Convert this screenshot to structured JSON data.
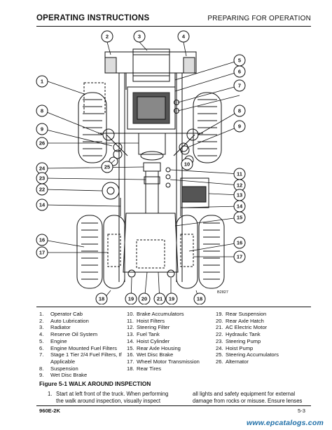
{
  "header": {
    "left": "OPERATING INSTRUCTIONS",
    "right": "PREPARING FOR OPERATION"
  },
  "diagram": {
    "reference_code": "B2827",
    "callouts": [
      "1",
      "2",
      "3",
      "4",
      "5",
      "6",
      "7",
      "8",
      "9",
      "10",
      "11",
      "12",
      "13",
      "14",
      "15",
      "16",
      "17",
      "18",
      "19",
      "20",
      "21",
      "22",
      "23",
      "24",
      "25",
      "26"
    ]
  },
  "legend": {
    "col1": [
      {
        "num": "1.",
        "text": "Operator Cab"
      },
      {
        "num": "2.",
        "text": "Auto Lubrication"
      },
      {
        "num": "3.",
        "text": "Radiator"
      },
      {
        "num": "4.",
        "text": "Reserve Oil System"
      },
      {
        "num": "5.",
        "text": "Engine"
      },
      {
        "num": "6.",
        "text": "Engine Mounted Fuel Filters"
      },
      {
        "num": "7.",
        "text": "Stage 1 Tier 2/4 Fuel Filters, If",
        "cont": "Applicable"
      },
      {
        "num": "8.",
        "text": "Suspension"
      },
      {
        "num": "9.",
        "text": "Wet Disc Brake"
      }
    ],
    "col2": [
      {
        "num": "10.",
        "text": "Brake Accumulators"
      },
      {
        "num": "11.",
        "text": "Hoist Filters"
      },
      {
        "num": "12.",
        "text": "Steering Filter"
      },
      {
        "num": "13.",
        "text": "Fuel Tank"
      },
      {
        "num": "14.",
        "text": "Hoist Cylinder"
      },
      {
        "num": "15.",
        "text": "Rear Axle Housing"
      },
      {
        "num": "16.",
        "text": "Wet Disc Brake"
      },
      {
        "num": "17.",
        "text": "Wheel Motor Transmission"
      },
      {
        "num": "18.",
        "text": "Rear Tires"
      }
    ],
    "col3": [
      {
        "num": "19.",
        "text": "Rear Suspension"
      },
      {
        "num": "20.",
        "text": "Rear Axle Hatch"
      },
      {
        "num": "21.",
        "text": "AC Electric Motor"
      },
      {
        "num": "22.",
        "text": "Hydraulic Tank"
      },
      {
        "num": "23.",
        "text": "Steering Pump"
      },
      {
        "num": "24.",
        "text": "Hoist Pump"
      },
      {
        "num": "25.",
        "text": "Steering Accumulators"
      },
      {
        "num": "26.",
        "text": "Alternator"
      }
    ]
  },
  "figure_caption": "Figure 5-1 WALK AROUND INSPECTION",
  "step": {
    "num": "1.",
    "line1": "Start at left front of the truck. When performing",
    "line2": "the walk around inspection, visually inspect"
  },
  "step_continued": {
    "line1": "all lights and safety equipment for external",
    "line2": "damage from rocks or misuse. Ensure lenses"
  },
  "footer": {
    "model": "960E-2K",
    "page": "5-3"
  },
  "watermark": "www.epcatalogs.com"
}
